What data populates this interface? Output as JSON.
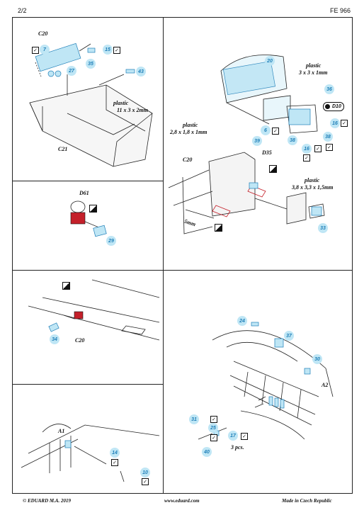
{
  "header": {
    "page": "2/2",
    "code": "FE 966"
  },
  "footer": {
    "left": "© EDUARD  M.A. 2019",
    "center": "www.eduard.com",
    "right": "Made in Czech Republic"
  },
  "check_mark": "✓",
  "panel1": {
    "c20": "C20",
    "c21": "C21",
    "plastic": "plastic",
    "dims": "11 x 3 x 2mm",
    "n7": "7",
    "n27": "27",
    "n35": "35",
    "n15": "15",
    "n43": "43"
  },
  "panel2": {
    "d61": "D61",
    "n29": "29"
  },
  "panel3": {
    "c20": "C20",
    "n34": "34"
  },
  "panel4": {
    "a1": "A1",
    "n14": "14",
    "n10": "10"
  },
  "panel5": {
    "plastic_a": "plastic",
    "dims_a": "3 x 3 x 1mm",
    "plastic_b": "plastic",
    "dims_b": "2,8 x 1,8 x 1mm",
    "plastic_c": "plastic",
    "dims_c": "3,8 x 3,3 x 1,5mm",
    "c20": "C20",
    "d35": "D35",
    "d10": "D10",
    "mm": "5mm",
    "n20": "20",
    "n36": "36",
    "n16a": "16",
    "n16b": "16",
    "n6": "6",
    "n39": "39",
    "n38a": "38",
    "n38b": "38",
    "n33": "33"
  },
  "panel6": {
    "a2": "A2",
    "pcs": "3 pcs.",
    "n24": "24",
    "n37": "37",
    "n30": "30",
    "n31": "31",
    "n25": "25",
    "n17": "17",
    "n40": "40"
  }
}
